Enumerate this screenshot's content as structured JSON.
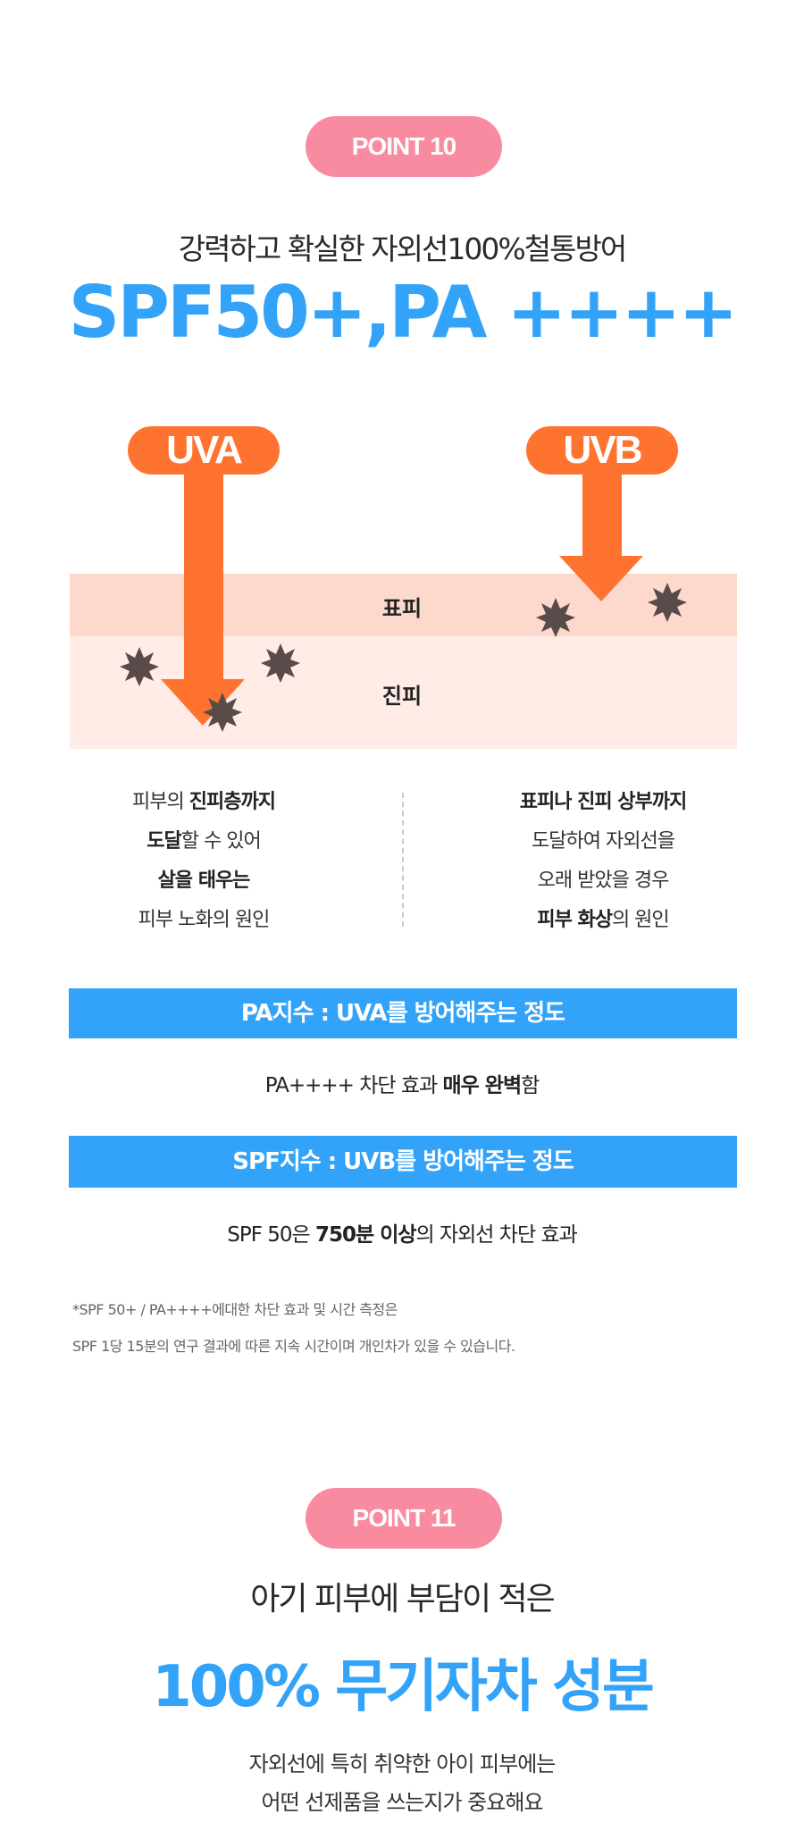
{
  "point10": {
    "badge": "POINT 10",
    "subtitle": "강력하고 확실한 자외선100%철통방어",
    "headline": "SPF50+,PA ++++",
    "diagram": {
      "uva_label": "UVA",
      "uvb_label": "UVB",
      "epidermis_label": "표피",
      "dermis_label": "진피"
    },
    "uva_desc": {
      "l1a": "피부의 ",
      "l1b": "진피층까지",
      "l2a": "도달",
      "l2b": "할 수 있어",
      "l3": "살을 태우는",
      "l4": "피부 노화의 원인"
    },
    "uvb_desc": {
      "l1": "표피나 진피 상부까지",
      "l2": "도달하여 자외선을",
      "l3": "오래 받았을 경우",
      "l4a": "피부 화상",
      "l4b": "의 원인"
    },
    "pa_bar": "PA지수 : UVA를 방어해주는 정도",
    "pa_desc": {
      "a": "PA++++ 차단 효과 ",
      "b": "매우 완벽",
      "c": "함"
    },
    "spf_bar": "SPF지수 : UVB를 방어해주는 정도",
    "spf_desc": {
      "a": "SPF 50은 ",
      "b": "750분 이상",
      "c": "의 자외선 차단 효과"
    },
    "footnote1": "*SPF 50+ / PA++++에대한 차단 효과 및 시간 측정은",
    "footnote2": "SPF 1당 15분의 연구 결과에 따른  지속 시간이며 개인차가 있을 수 있습니다."
  },
  "point11": {
    "badge": "POINT 11",
    "subtitle": "아기 피부에 부담이 적은",
    "headline": "100% 무기자차 성분",
    "line1": "자외선에 특히 취약한 아이 피부에는",
    "line2": "어떤 선제품을 쓰는지가 중요해요"
  },
  "colors": {
    "pill": "#f98ba1",
    "accent_blue": "#33a3f9",
    "uv_orange": "#ff7330",
    "epidermis": "#fdd8cc",
    "dermis": "#ffece6",
    "damage_star": "#5a4b4b"
  }
}
